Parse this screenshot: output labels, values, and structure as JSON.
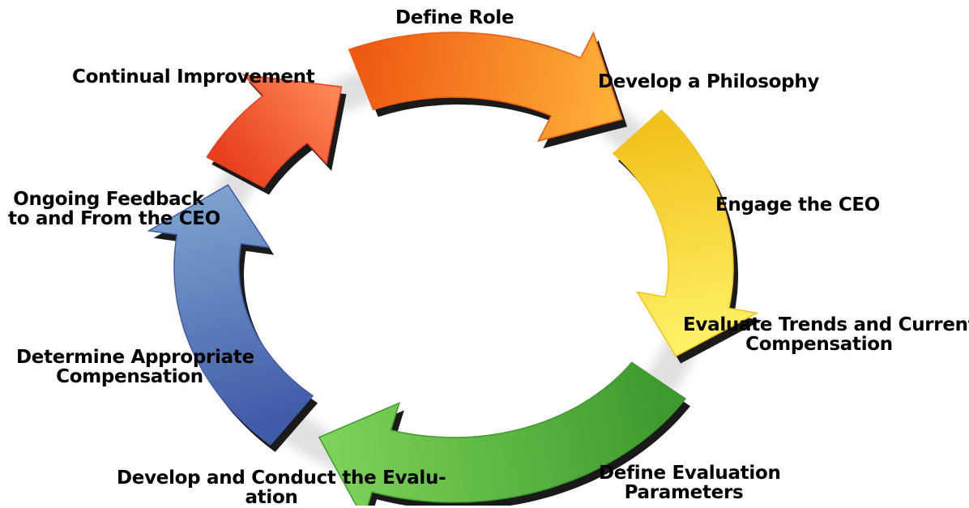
{
  "diagram": {
    "type": "cycle",
    "arrows": [
      {
        "color_light": "#ffb43a",
        "color_dark": "#ee5a12"
      },
      {
        "color_light": "#fff36a",
        "color_dark": "#f2c21c"
      },
      {
        "color_light": "#7ed45a",
        "color_dark": "#3f9a2e"
      },
      {
        "color_light": "#7ea3cf",
        "color_dark": "#3f5aa8"
      },
      {
        "color_light": "#ff8a5a",
        "color_dark": "#e8401e"
      }
    ],
    "steps": {
      "define_role": "Define Role",
      "develop_philosophy": "Develop a Philosophy",
      "engage_ceo": "Engage the CEO",
      "evaluate_trends": {
        "line1": "Evaluate Trends and Current",
        "line2": "Compensation"
      },
      "define_parameters": {
        "line1": "Define Evaluation",
        "line2": "Parameters"
      },
      "develop_conduct": {
        "line1": "Develop and Conduct the Evalu-",
        "line2": "ation"
      },
      "determine_compensation": {
        "line1": "Determine Appropriate",
        "line2": "Compensation"
      },
      "ongoing_feedback": {
        "line1": "Ongoing Feedback",
        "line2": "to and From the CEO"
      },
      "continual_improvement": "Continual Improvement"
    }
  }
}
